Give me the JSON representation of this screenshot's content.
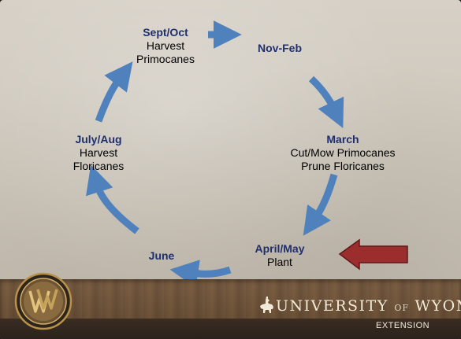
{
  "stages": {
    "sept_oct": {
      "title": "Sept/Oct",
      "lines": [
        "Harvest",
        "Primocanes"
      ]
    },
    "nov_feb": {
      "title": "Nov-Feb",
      "lines": []
    },
    "march": {
      "title": "March",
      "lines": [
        "Cut/Mow Primocanes",
        "Prune Floricanes"
      ]
    },
    "april_may": {
      "title": "April/May",
      "lines": [
        "Plant"
      ]
    },
    "june": {
      "title": "June",
      "lines": []
    },
    "july_aug": {
      "title": "July/Aug",
      "lines": [
        "Harvest",
        "Floricanes"
      ]
    }
  },
  "footer": {
    "brand_first": "UNIVERSITY",
    "brand_of": "OF",
    "brand_last": "WYOMING",
    "extension": "EXTENSION"
  },
  "colors": {
    "stage_title": "#1f2f6e",
    "cycle_arrow": "#4f81bd",
    "pointer_arrow": "#9b2d2d",
    "footer_wood": "#6b4f34",
    "emblem_gold": "#c6a25a"
  },
  "icons": {
    "emblem": "university-emblem-icon",
    "bison": "bison-rider-icon"
  }
}
